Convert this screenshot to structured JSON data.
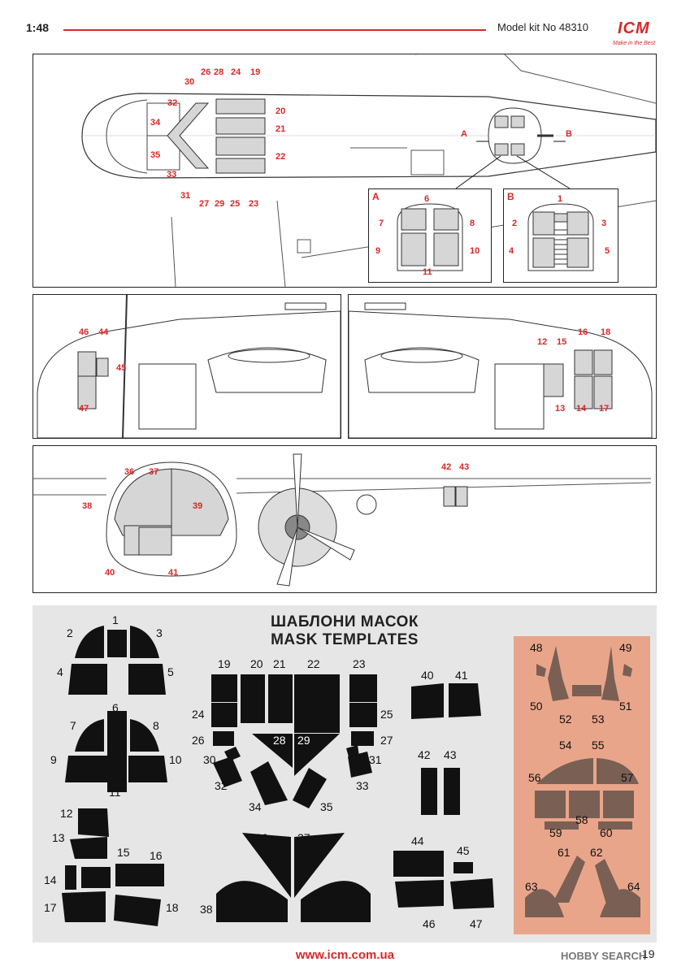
{
  "header": {
    "scale": "1:48",
    "model": "Model kit No 48310",
    "logo": "ICM",
    "logo_tagline": "Make in the Best"
  },
  "colors": {
    "accent": "#d62828",
    "mask": "#111111",
    "panel_bg": "#e6e6e6",
    "salmon": "#e9a58a",
    "glass": "#d6d6d6"
  },
  "top_panel": {
    "labels": [
      "19",
      "20",
      "21",
      "22",
      "23",
      "24",
      "25",
      "26",
      "27",
      "28",
      "29",
      "30",
      "31",
      "32",
      "33",
      "34",
      "35"
    ],
    "views": [
      "A",
      "B"
    ]
  },
  "inset_a": {
    "title": "A",
    "labels": [
      "6",
      "7",
      "8",
      "9",
      "10",
      "11"
    ]
  },
  "inset_b": {
    "title": "B",
    "labels": [
      "1",
      "2",
      "3",
      "4",
      "5"
    ]
  },
  "side_left": {
    "labels": [
      "44",
      "45",
      "46",
      "47"
    ]
  },
  "side_right": {
    "labels": [
      "12",
      "13",
      "14",
      "15",
      "16",
      "17",
      "18"
    ]
  },
  "front_panel": {
    "labels": [
      "36",
      "37",
      "38",
      "39",
      "40",
      "41",
      "42",
      "43"
    ]
  },
  "masks": {
    "title_ua": "ШАБЛОНИ МАСОК",
    "title_en": "MASK TEMPLATES"
  },
  "footer": {
    "url": "www.icm.com.ua",
    "page": "19",
    "watermark": "HOBBY SEARCH"
  }
}
